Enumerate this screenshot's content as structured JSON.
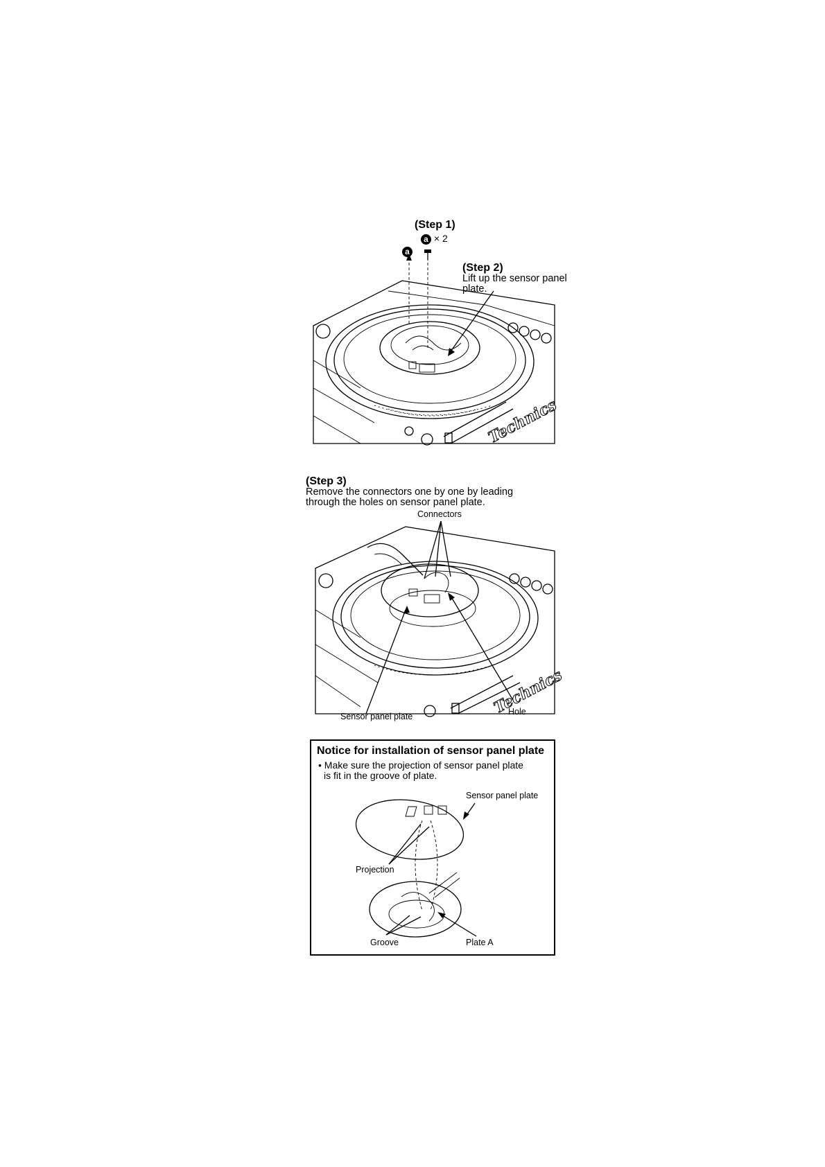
{
  "step1": {
    "title": "(Step 1)",
    "screw_mark": "a",
    "screw_count": "× 2",
    "screw_mark_single": "a"
  },
  "step2": {
    "title": "(Step 2)",
    "text_line1": "Lift up the sensor panel",
    "text_line2": "plate."
  },
  "step3": {
    "title": "(Step 3)",
    "text_line1": "Remove the connectors one by one by leading",
    "text_line2": "through the holes on sensor panel plate.",
    "label_connectors": "Connectors",
    "label_sensor_panel_plate": "Sensor panel plate",
    "label_hole": "Hole"
  },
  "notice": {
    "title": "Notice for installation of sensor panel plate",
    "bullet_line1": "• Make sure the projection of sensor panel plate",
    "bullet_line2": "is fit in the groove of plate.",
    "label_sensor_panel_plate": "Sensor panel plate",
    "label_projection": "Projection",
    "label_groove": "Groove",
    "label_plate_a": "Plate A"
  },
  "brand_logo_text": "Technics"
}
